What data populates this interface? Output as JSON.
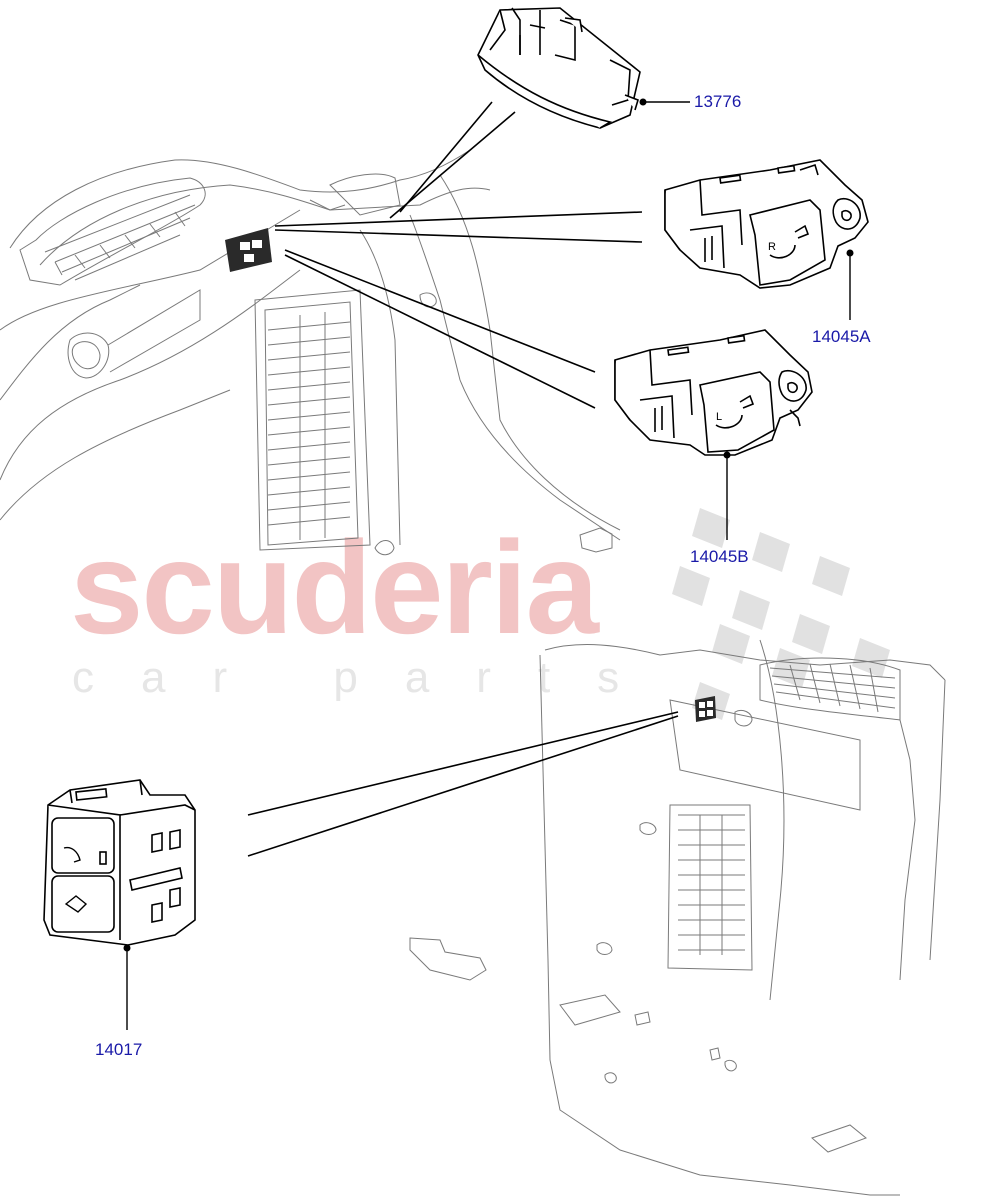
{
  "colors": {
    "line": "#000000",
    "thin_line": "#7a7a7a",
    "label": "#1a1aa8",
    "watermark_red": "#f2c4c4",
    "watermark_grey": "#e6e6e6",
    "checker": "#dcdcdc"
  },
  "watermark": {
    "main": "scuderia",
    "sub": "car parts"
  },
  "callouts": [
    {
      "id": "13776",
      "label": "13776"
    },
    {
      "id": "14045A",
      "label": "14045A"
    },
    {
      "id": "14045B",
      "label": "14045B"
    },
    {
      "id": "14017",
      "label": "14017"
    }
  ]
}
